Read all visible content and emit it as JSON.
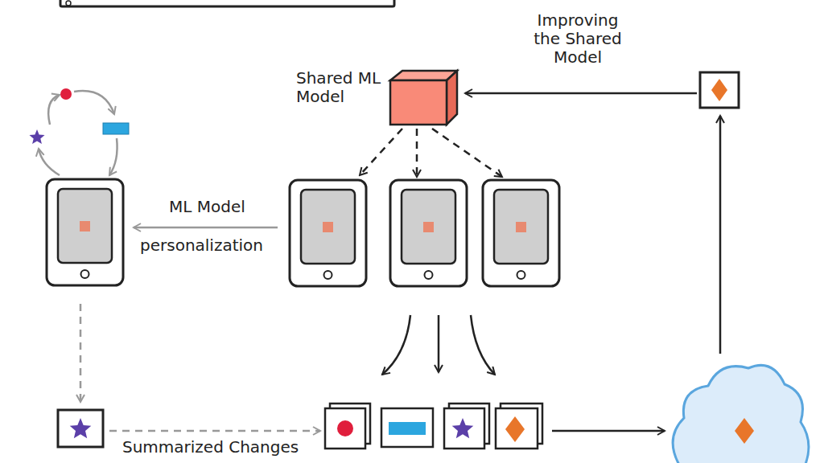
{
  "diagram": {
    "nodes": [
      {
        "text": [
          "Shared ML Model"
        ]
      }
    ],
    "labels": [
      "Improving the Shared Model",
      "ML Model",
      "personalization",
      "Summarized Changes"
    ]
  }
}
